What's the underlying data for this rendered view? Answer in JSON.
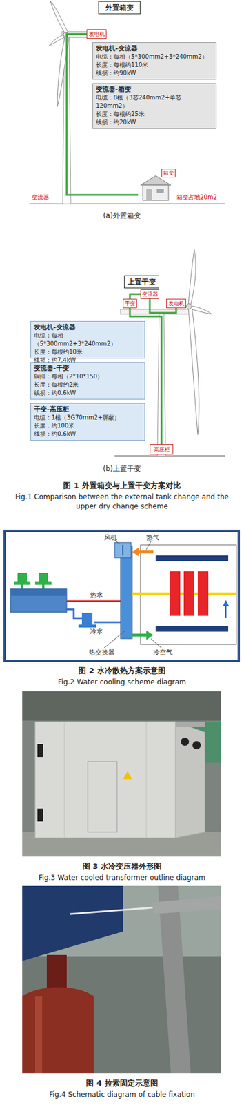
{
  "diagram": {
    "nodes": [
      {
        "text": [
          "外置箱变"
        ]
      },
      {
        "text": [
          "发电机"
        ]
      },
      {
        "text": [
          "发电机-变流器",
          "电缆：每相（5*300mm2+3*240mm2）",
          "长度：每根约110米",
          "线损：约90kW"
        ]
      },
      {
        "text": [
          "变流器-箱变",
          "电缆：8根（3芯240mm2+单芯120mm2）",
          "长度：每根约25米",
          "线损：约20kW"
        ]
      },
      {
        "text": [
          "箱变"
        ]
      },
      {
        "text": [
          "上置干变"
        ]
      },
      {
        "text": [
          "变流器"
        ]
      },
      {
        "text": [
          "干变"
        ]
      },
      {
        "text": [
          "发电机"
        ]
      },
      {
        "text": [
          "发电机-变流器",
          "电缆：每相（5*300mm2+3*240mm2）",
          "长度：每根约10米",
          "线损：约7.4kW"
        ]
      },
      {
        "text": [
          "变流器-干变",
          "铜排：每相（2*10*150）",
          "长度：每根约2米",
          "线损：约0.6kW"
        ]
      },
      {
        "text": [
          "干变-高压柜",
          "电缆：1根（3G70mm2+屏蔽）",
          "长度：约100米",
          "线损：约0.6kW"
        ]
      },
      {
        "text": [
          "高压柜"
        ]
      }
    ],
    "edges": [
      {
        "from": 1,
        "to": 4,
        "arrow": "none"
      },
      {
        "from": 6,
        "to": 7,
        "arrow": "none"
      },
      {
        "from": 8,
        "to": 6,
        "arrow": "none"
      },
      {
        "from": 7,
        "to": 12,
        "arrow": "none"
      }
    ],
    "labels": [
      "变流器",
      "箱变占地20m2",
      "(a)外置箱变",
      "(b)上置干变",
      "图 1 外置箱变与上置干变方案对比",
      "Fig.1 Comparison between the external tank change and the upper dry change scheme",
      "风机",
      "热气",
      "热水",
      "冷水",
      "热交换器",
      "冷空气",
      "图 2 水冷散热方案示意图",
      "Fig.2 Water cooling scheme diagram",
      "图 3 水冷变压器外形图",
      "Fig.3 Water cooled transformer outline diagram",
      "图 4 拉索固定示意图",
      "Fig.4 Schematic diagram of cable fixation"
    ]
  }
}
